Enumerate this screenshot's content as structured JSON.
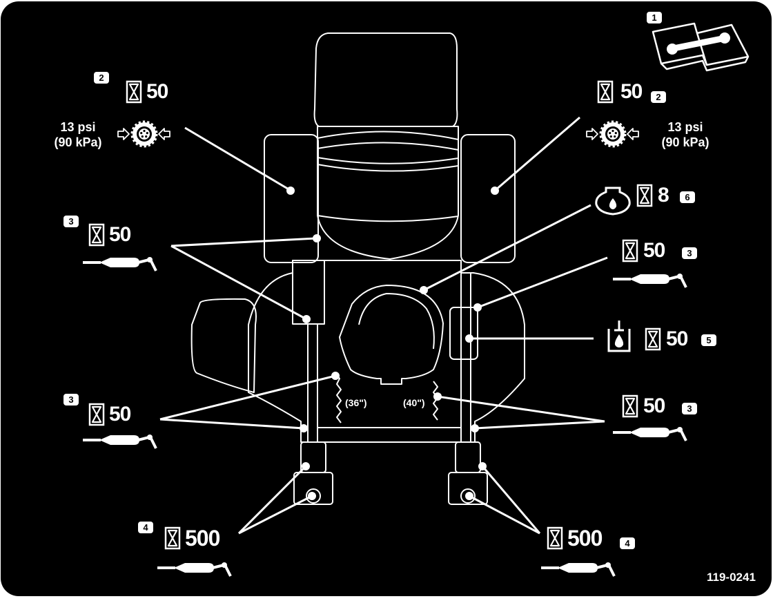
{
  "decal": {
    "manual_badge": "1",
    "tires": {
      "left": {
        "badge": "2",
        "hours": "50",
        "pressure_psi": "13 psi",
        "pressure_kpa": "(90 kPa)"
      },
      "right": {
        "badge": "2",
        "hours": "50",
        "pressure_psi": "13 psi",
        "pressure_kpa": "(90 kPa)"
      }
    },
    "grease_upper": {
      "left": {
        "badge": "3",
        "hours": "50"
      },
      "right": {
        "badge": "3",
        "hours": "50"
      }
    },
    "grease_lower": {
      "left": {
        "badge": "3",
        "hours": "50"
      },
      "right": {
        "badge": "3",
        "hours": "50"
      }
    },
    "caster": {
      "left": {
        "badge": "4",
        "hours": "500"
      },
      "right": {
        "badge": "4",
        "hours": "500"
      }
    },
    "engine_oil": {
      "badge": "6",
      "hours": "8"
    },
    "hydraulic": {
      "badge": "5",
      "hours": "50"
    },
    "spring_lengths": {
      "left": "(36\")",
      "right": "(40\")"
    },
    "part_number": "119-0241"
  }
}
